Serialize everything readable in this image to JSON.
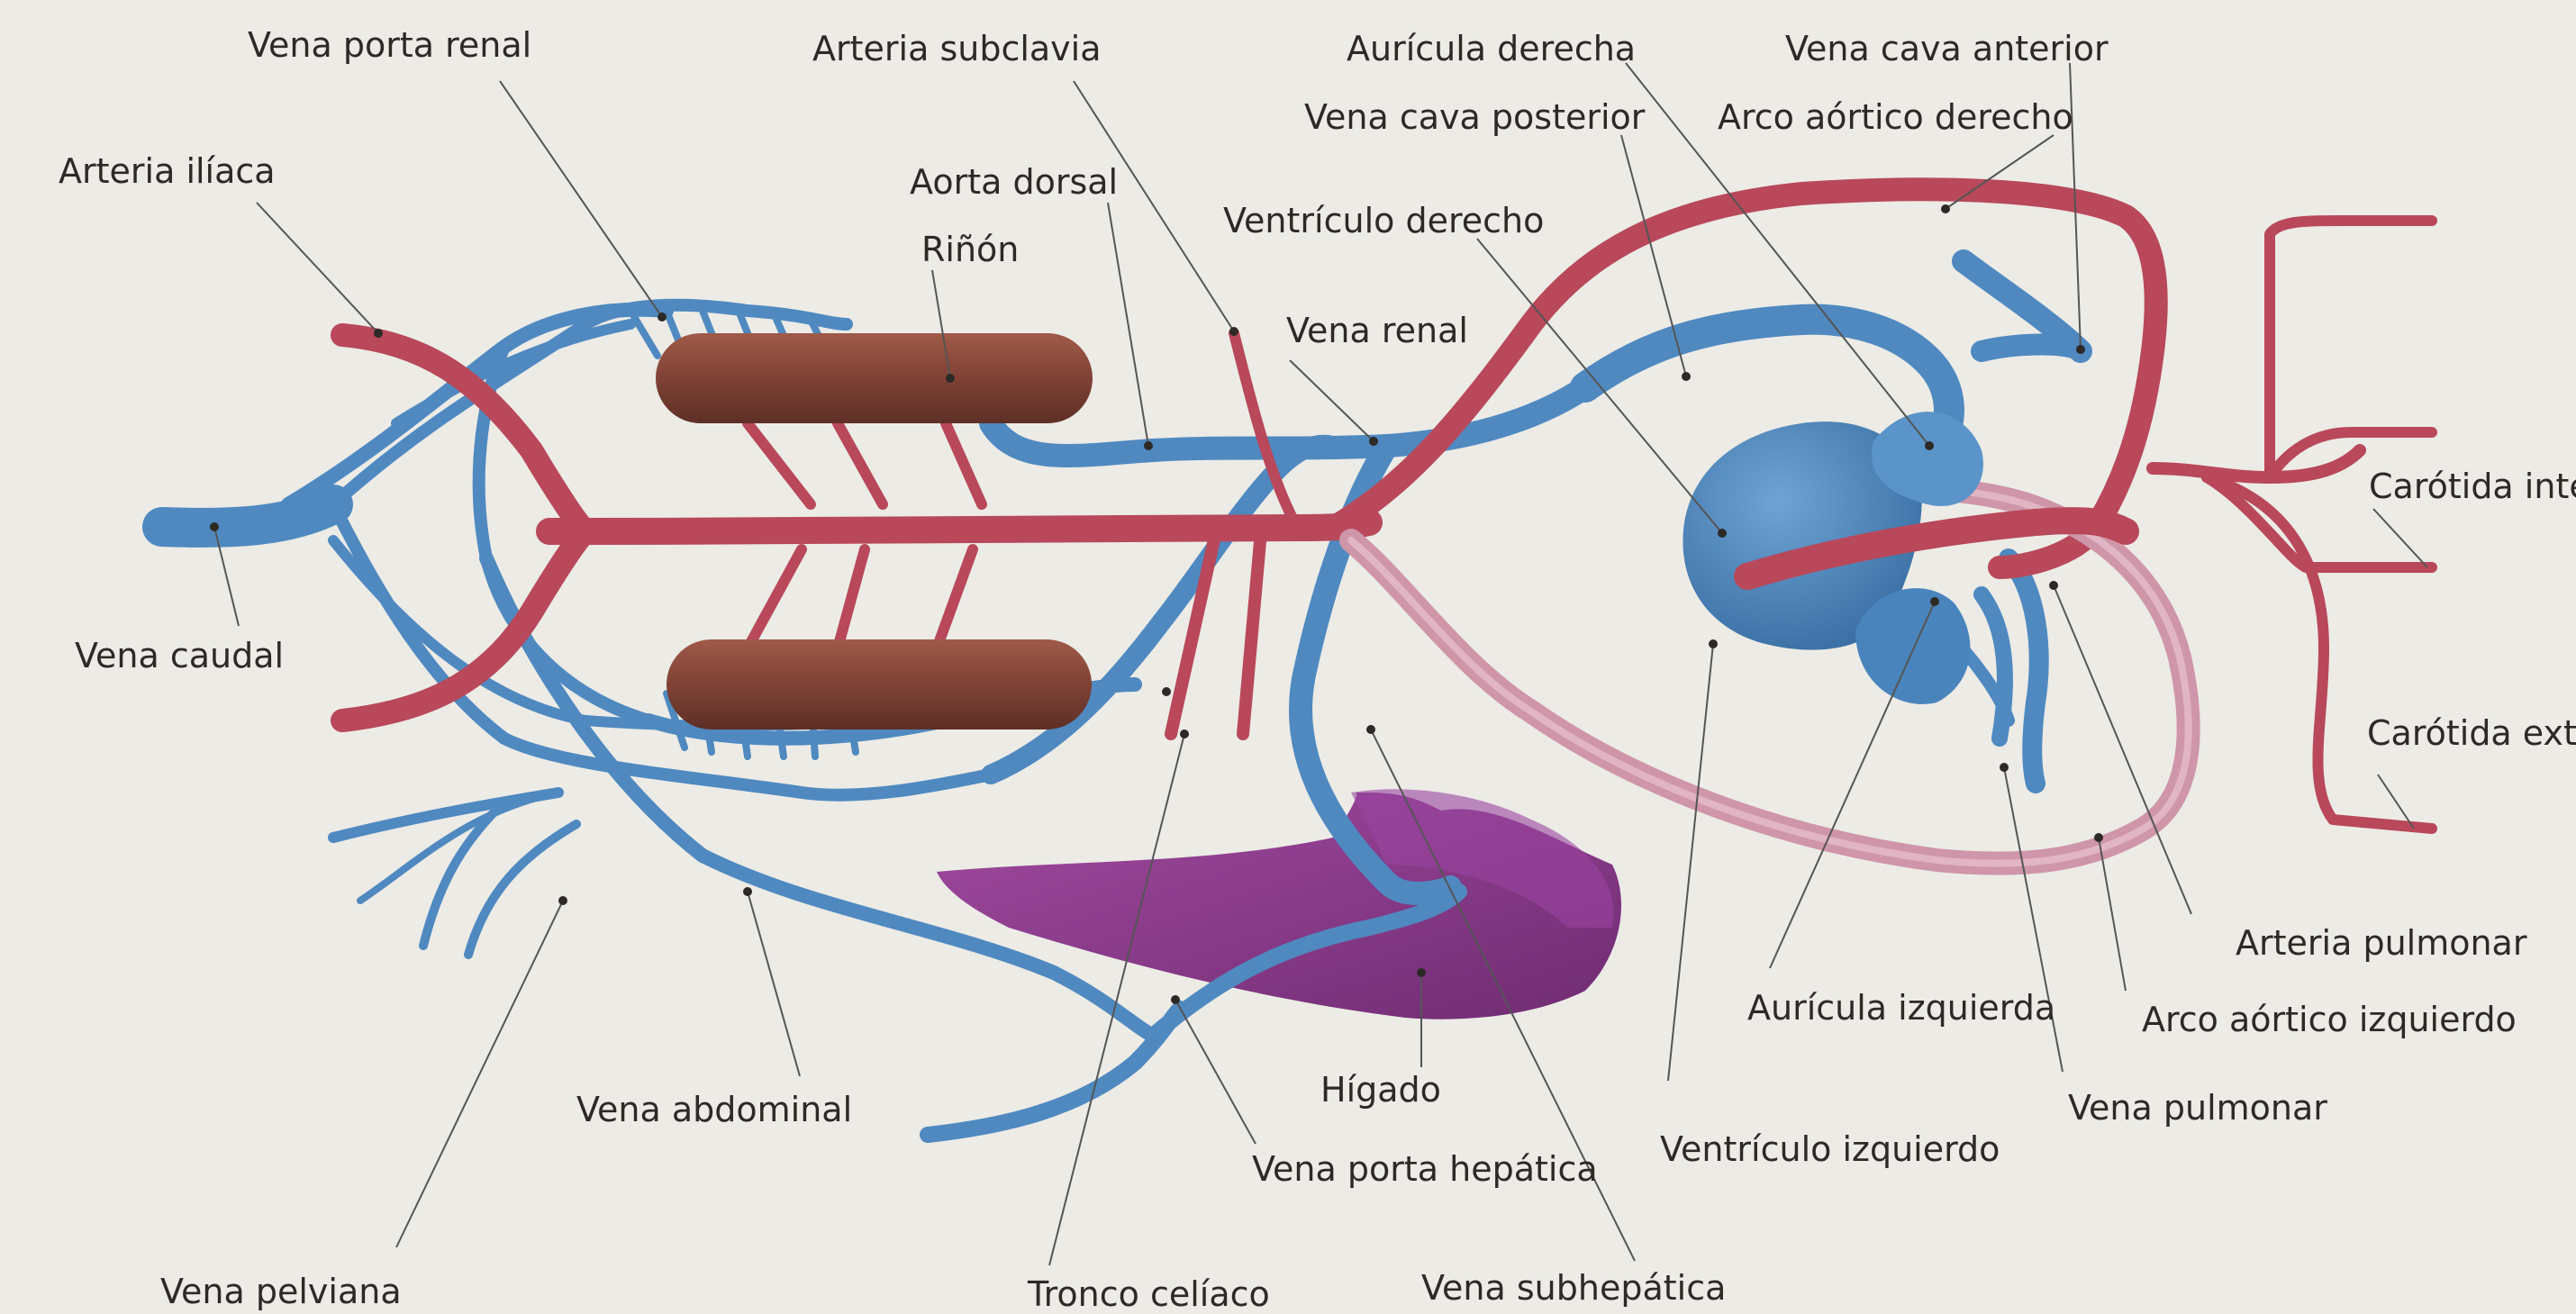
{
  "labels": {
    "vena_porta_renal": "Vena porta renal",
    "arteria_subclavia": "Arteria subclavia",
    "auricula_derecha": "Aurícula derecha",
    "vena_cava_anterior": "Vena cava anterior",
    "vena_cava_posterior": "Vena cava posterior",
    "arco_aortico_derecho": "Arco aórtico derecho",
    "arteria_iliaca": "Arteria ilíaca",
    "aorta_dorsal": "Aorta dorsal",
    "rinon": "Riñón",
    "ventriculo_derecho": "Ventrículo derecho",
    "vena_renal": "Vena renal",
    "carotida_interna": "Carótida inte",
    "vena_caudal": "Vena caudal",
    "carotida_externa": "Carótida exte",
    "arteria_pulmonar": "Arteria pulmonar",
    "auricula_izquierda": "Aurícula izquierda",
    "arco_aortico_izquierdo": "Arco aórtico izquierdo",
    "higado": "Hígado",
    "vena_abdominal": "Vena abdominal",
    "vena_pulmonar": "Vena pulmonar",
    "vena_porta_hepatica": "Vena porta hepática",
    "ventriculo_izquierdo": "Ventrículo izquierdo",
    "vena_pelviana": "Vena pelviana",
    "tronco_celiaco": "Tronco celíaco",
    "vena_subhepatica": "Vena subhepática"
  },
  "colors": {
    "background": "#ecebe6",
    "artery": "#b8485a",
    "vein": "#4f89c0",
    "kidney": "#8a4a3c",
    "liver": "#8c3b8c",
    "heart": "#4f89c0",
    "pulmonary_artery": "#cf95a8",
    "leader_line": "#555555",
    "text": "#2d2a26"
  }
}
